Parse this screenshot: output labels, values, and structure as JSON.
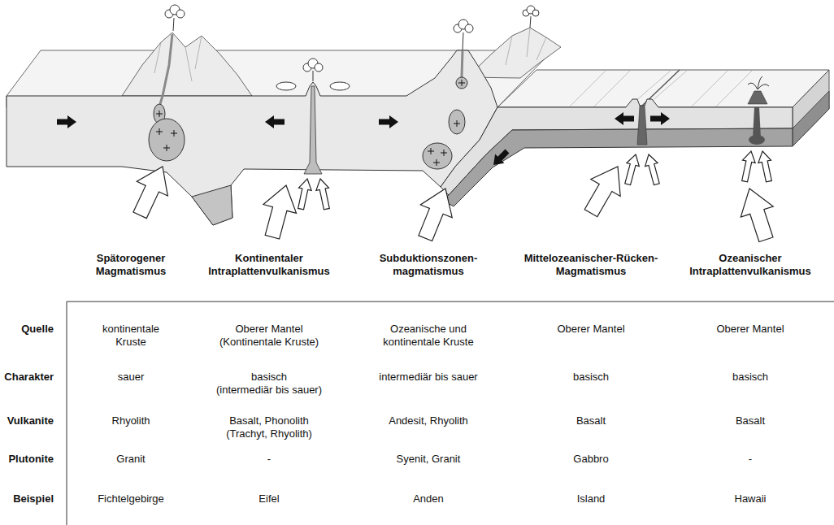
{
  "diagram": {
    "labels": [
      "Spätorogener Magmatismus",
      "Kontinentaler Intraplattenvulkanismus",
      "Subduktionszonen- magmatismus",
      "Mittelozeanischer-Rücken- Magmatismus",
      "Ozeanischer Intraplattenvulkanismus",
      "Quelle",
      "kontinentale Kruste",
      "Oberer Mantel (Kontinentale Kruste)",
      "Ozeanische und kontinentale Kruste",
      "Oberer Mantel",
      "Oberer Mantel",
      "Charakter",
      "sauer",
      "basisch (intermediär bis sauer)",
      "intermediär bis sauer",
      "basisch",
      "basisch",
      "Vulkanite",
      "Rhyolith",
      "Basalt, Phonolith (Trachyt, Rhyolith)",
      "Andesit, Rhyolith",
      "Basalt",
      "Basalt",
      "Plutonite",
      "Granit",
      "-",
      "Syenit, Granit",
      "Gabbro",
      "-",
      "Beispiel",
      "Fichtelgebirge",
      "Eifel",
      "Anden",
      "Island",
      "Hawaii"
    ]
  }
}
